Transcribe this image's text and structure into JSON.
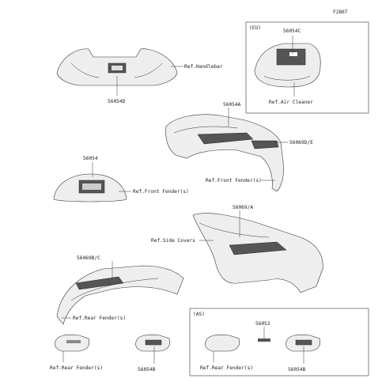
{
  "figure_code": "F286T",
  "region_labels": {
    "eu": "(EU)",
    "as": "(AS)"
  },
  "parts": {
    "handlebar_decal": "56054D",
    "air_cleaner_decal": "56054C",
    "front_fender_decal": "56054A",
    "front_fender_side": "56069D/E",
    "front_decal": "56054",
    "side_cover_decal": "56069/A",
    "rear_fender_decal": "56069B/C",
    "rear_decal_left": "56054B",
    "rear_decal_as": "56052",
    "rear_decal_right": "56054B"
  },
  "refs": {
    "handlebar": "Ref.Handlebar",
    "air_cleaner": "Ref.Air Cleaner",
    "front_fender_1": "Ref.Front Fender(s)",
    "front_fender_2": "Ref.Front Fender(s)",
    "side_covers": "Ref.Side Covers",
    "rear_fender_1": "Ref.Rear Fender(s)",
    "rear_fender_2": "Ref.Rear Fender(s)",
    "rear_fender_3": "Ref.Rear Fender(s)"
  }
}
